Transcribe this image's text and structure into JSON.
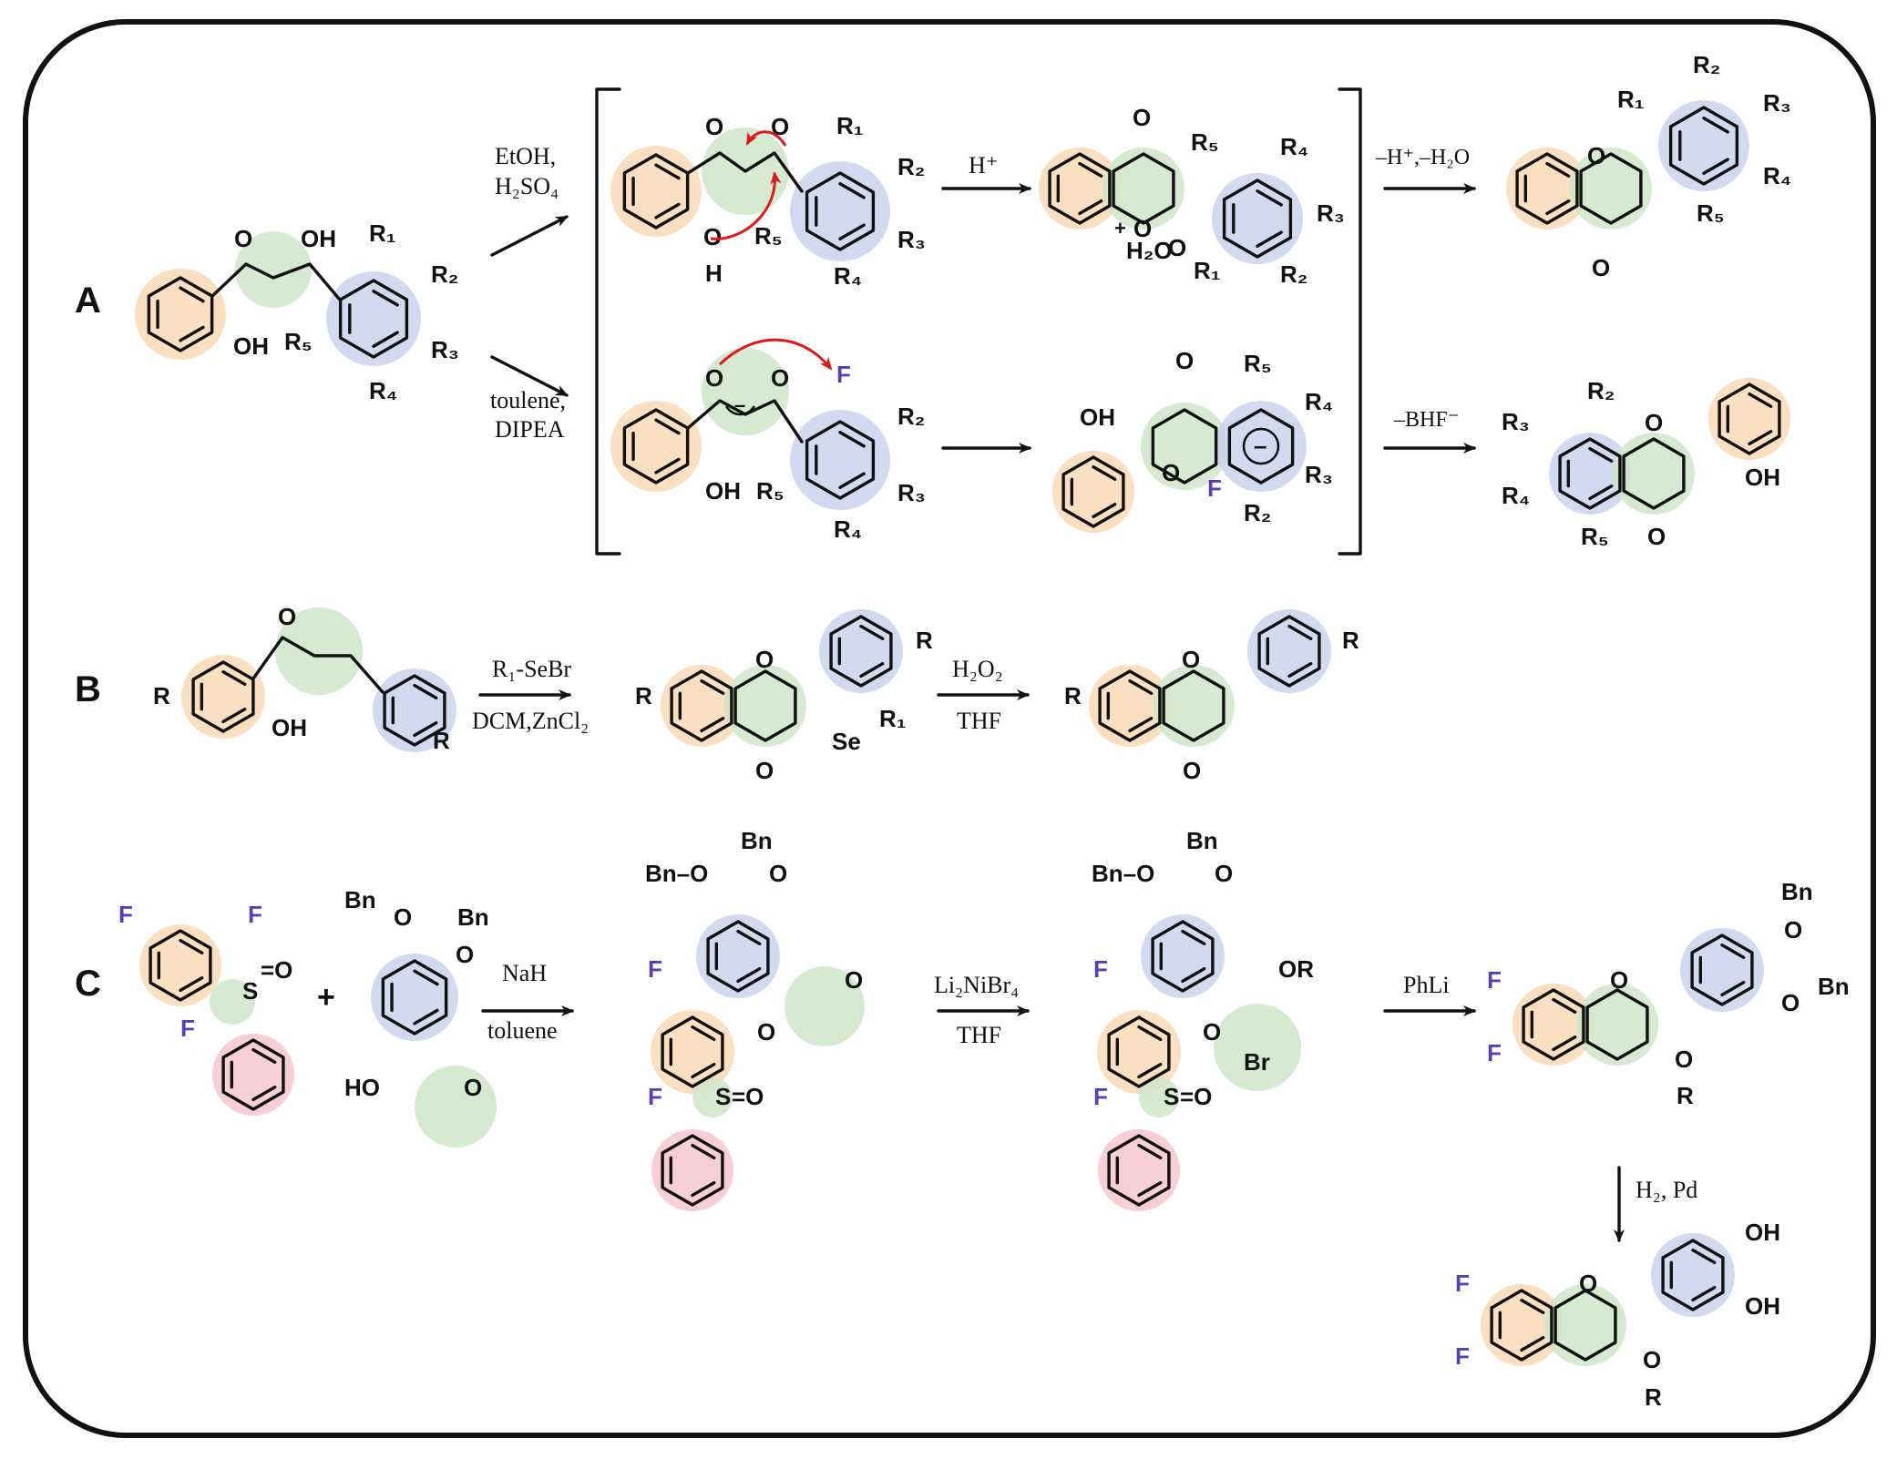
{
  "colors": {
    "aring": "#f9d9b6",
    "cring": "#cfe5c9",
    "bring": "#c9d3ec",
    "phenyl": "#f7c6d1",
    "fluorine": "#5b3fb0",
    "arrow_red": "#e01818",
    "frame": "#111111"
  },
  "sections": {
    "a": "A",
    "b": "B",
    "c": "C"
  },
  "atoms": {
    "O": "O",
    "OH": "OH",
    "H": "H",
    "F": "F",
    "Se": "Se",
    "S": "S",
    "Br": "Br",
    "OR": "OR",
    "R": "R",
    "Bn": "Bn",
    "BnO": "Bn–O",
    "HO": "HO",
    "plus": "+",
    "minus": "–",
    "H2O": "H₂O",
    "R1": "R₁",
    "R2": "R₂",
    "R3": "R₃",
    "R4": "R₄",
    "R5": "R₅",
    "eqO": "=O"
  },
  "conditions": {
    "a_top_1": "EtOH,",
    "a_top_2": "H₂SO₄",
    "a_bot_1": "toulene,",
    "a_bot_2": "DIPEA",
    "a_proton": "H⁺",
    "a_elim_top": "–H⁺,–H₂O",
    "a_elim_bot": "–BHF⁻",
    "b_1_top": "R₁-SeBr",
    "b_1_bot": "DCM,ZnCl₂",
    "b_2_top": "H₂O₂",
    "b_2_bot": "THF",
    "c_1_top": "NaH",
    "c_1_bot": "toluene",
    "c_2_top": "Li₂NiBr₄",
    "c_2_bot": "THF",
    "c_3_top": "PhLi",
    "c_4": "H₂, Pd",
    "plus": "+"
  }
}
